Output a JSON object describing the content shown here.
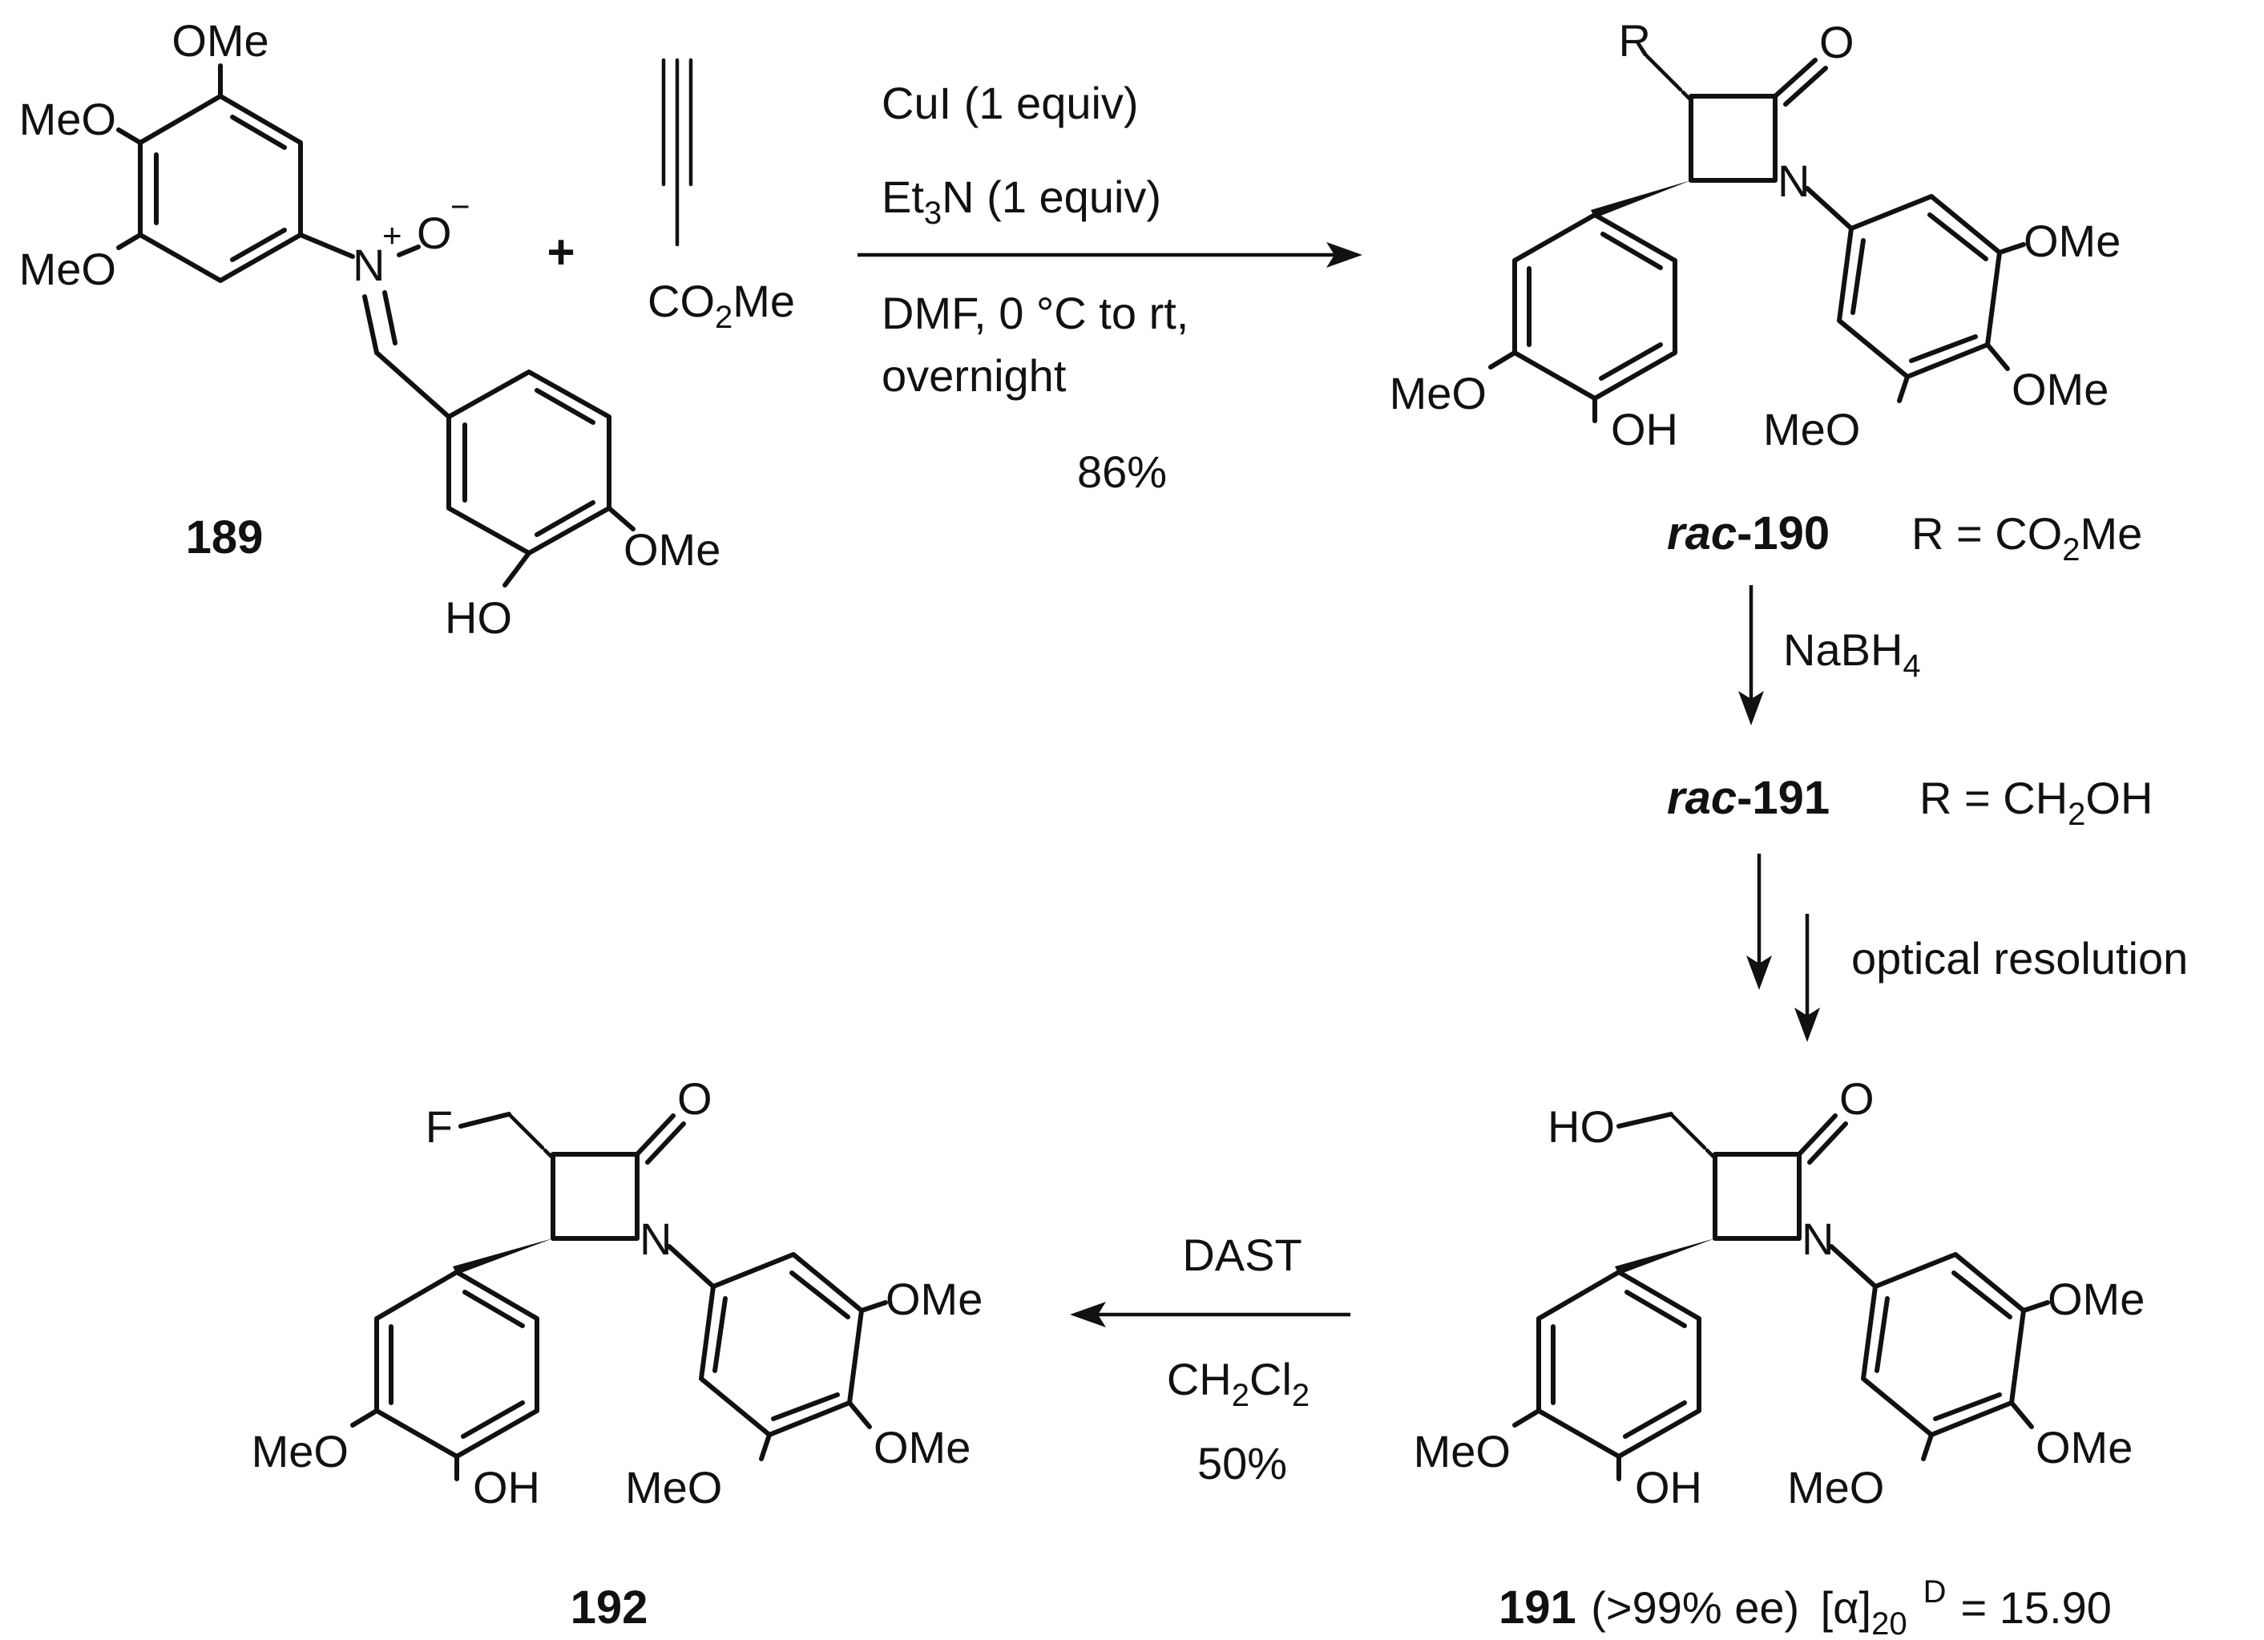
{
  "compounds": {
    "c189": {
      "id": "189",
      "ome_top": "OMe",
      "meo_upper": "MeO",
      "meo_lower": "MeO",
      "n_plus": "N",
      "plus_sign": "+",
      "o_minus": "O",
      "minus_sign": "−",
      "ome_right": "OMe",
      "ho": "HO"
    },
    "alkyne": {
      "ester": "CO",
      "ester_sub": "2",
      "ester_tail": "Me"
    },
    "plus": "+",
    "c190": {
      "prefix": "rac",
      "id": "-190",
      "r_def": "R = CO",
      "r_def_sub": "2",
      "r_def_tail": "Me",
      "r": "R",
      "o": "O",
      "n": "N",
      "ome1": "OMe",
      "ome2": "OMe",
      "meo_ring": "MeO",
      "meo_left": "MeO",
      "oh": "OH"
    },
    "c191rac": {
      "prefix": "rac",
      "id": "-191",
      "r_def": "R = CH",
      "r_def_sub": "2",
      "r_def_tail": "OH"
    },
    "c191": {
      "id": "191",
      "ee": "(>99% ee)",
      "rot_open": "[α]",
      "rot_sub": "20",
      "rot_sup": "D",
      "rot_val": "= 15.90",
      "ho": "HO",
      "o": "O",
      "n": "N",
      "ome1": "OMe",
      "ome2": "OMe",
      "meo_ring": "MeO",
      "meo_left": "MeO",
      "oh": "OH"
    },
    "c192": {
      "id": "192",
      "f": "F",
      "o": "O",
      "n": "N",
      "ome1": "OMe",
      "ome2": "OMe",
      "meo_ring": "MeO",
      "meo_left": "MeO",
      "oh": "OH"
    }
  },
  "steps": {
    "step1": {
      "reagent1": "CuI (1 equiv)",
      "reagent2_a": "Et",
      "reagent2_sub": "3",
      "reagent2_b": "N (1 equiv)",
      "conditions_1": "DMF,  0 °C to rt,",
      "conditions_2": "overnight",
      "yield": "86%"
    },
    "step2": {
      "reagent_a": "NaBH",
      "reagent_sub": "4"
    },
    "step3": {
      "label": "optical resolution"
    },
    "step4": {
      "reagent": "DAST",
      "solvent_a": "CH",
      "solvent_sub1": "2",
      "solvent_b": "Cl",
      "solvent_sub2": "2",
      "yield": "50%"
    }
  }
}
